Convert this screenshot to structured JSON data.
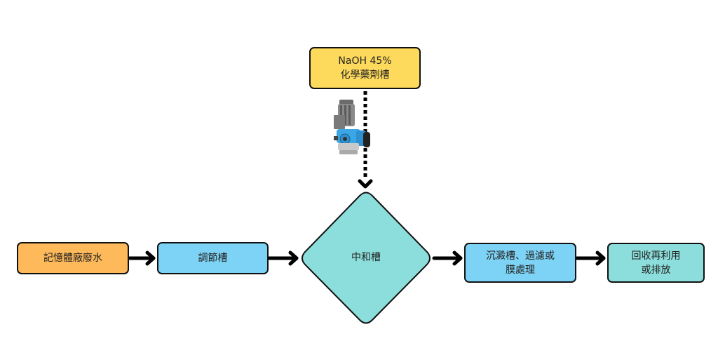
{
  "diagram": {
    "nodes": {
      "chemical_tank": {
        "label": "NaOH 45%\n化學藥劑槽",
        "color": "#FDD95C",
        "shape": "rounded-rect"
      },
      "wastewater": {
        "label": "記憶體廠廢水",
        "color": "#FDB95A",
        "shape": "rounded-rect"
      },
      "equalization": {
        "label": "調節槽",
        "color": "#7DD3F5",
        "shape": "rounded-rect"
      },
      "neutralization": {
        "label": "中和槽",
        "color": "#8BDEDB",
        "shape": "diamond"
      },
      "treatment": {
        "label": "沉澱槽、過濾或\n膜處理",
        "color": "#7DD3F5",
        "shape": "rounded-rect"
      },
      "reuse": {
        "label": "回收再利用\n或排放",
        "color": "#8BDEDB",
        "shape": "rounded-rect"
      }
    },
    "edges": [
      {
        "from": "wastewater",
        "to": "equalization",
        "style": "solid"
      },
      {
        "from": "equalization",
        "to": "neutralization",
        "style": "solid"
      },
      {
        "from": "chemical_tank",
        "to": "neutralization",
        "style": "dotted"
      },
      {
        "from": "neutralization",
        "to": "treatment",
        "style": "solid"
      },
      {
        "from": "treatment",
        "to": "reuse",
        "style": "solid"
      }
    ],
    "icons": {
      "dosing_pump": "metering-pump-icon"
    }
  }
}
